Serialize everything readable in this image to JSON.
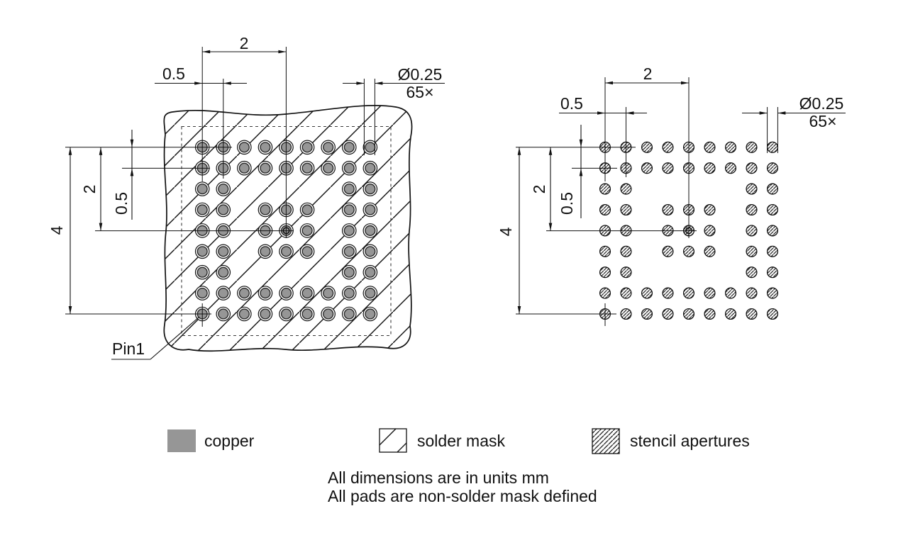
{
  "drawing": {
    "type": "pcb-land-pattern",
    "views": [
      "copper and solder mask",
      "stencil apertures"
    ]
  },
  "left_view": {
    "dims": {
      "center_offset": "2",
      "pitch": "0.5",
      "pad_diameter": "Ø0.25",
      "pad_count": "65×",
      "array_span": "4",
      "half_span": "2",
      "row_pitch": "0.5",
      "pin1_label": "Pin1"
    }
  },
  "right_view": {
    "dims": {
      "center_offset": "2",
      "pitch": "0.5",
      "pad_diameter": "Ø0.25",
      "pad_count": "65×",
      "array_span": "4",
      "half_span": "2",
      "row_pitch": "0.5"
    }
  },
  "legend": {
    "items": [
      {
        "label": "copper"
      },
      {
        "label": "solder mask"
      },
      {
        "label": "stencil apertures"
      }
    ]
  },
  "notes": {
    "line1": "All dimensions are in units mm",
    "line2": "All pads are non-solder mask defined"
  },
  "pad_info": {
    "count": 65,
    "diameter_mm": 0.25,
    "pitch_mm": 0.5,
    "array_span_mm": 4,
    "rows": 9,
    "cols": 9
  },
  "pad_grid": [
    "111111111",
    "111111111",
    "110000011",
    "110111011",
    "110111011",
    "110111011",
    "110000011",
    "111111111",
    "111111111"
  ],
  "colors": {
    "copper": "#969696",
    "line": "#111111"
  }
}
